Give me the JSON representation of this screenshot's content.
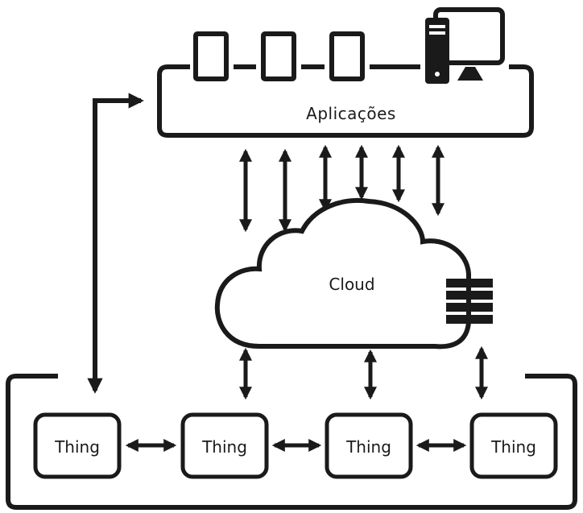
{
  "applications": {
    "label": "Aplicações"
  },
  "cloud": {
    "label": "Cloud"
  },
  "things": [
    {
      "label": "Thing"
    },
    {
      "label": "Thing"
    },
    {
      "label": "Thing"
    },
    {
      "label": "Thing"
    }
  ],
  "colors": {
    "stroke": "#1a1a1a",
    "background": "#ffffff"
  },
  "icons": [
    "tablet-icon",
    "tablet-icon",
    "tablet-icon",
    "desktop-computer-icon",
    "server-stack-icon",
    "cloud-icon"
  ]
}
